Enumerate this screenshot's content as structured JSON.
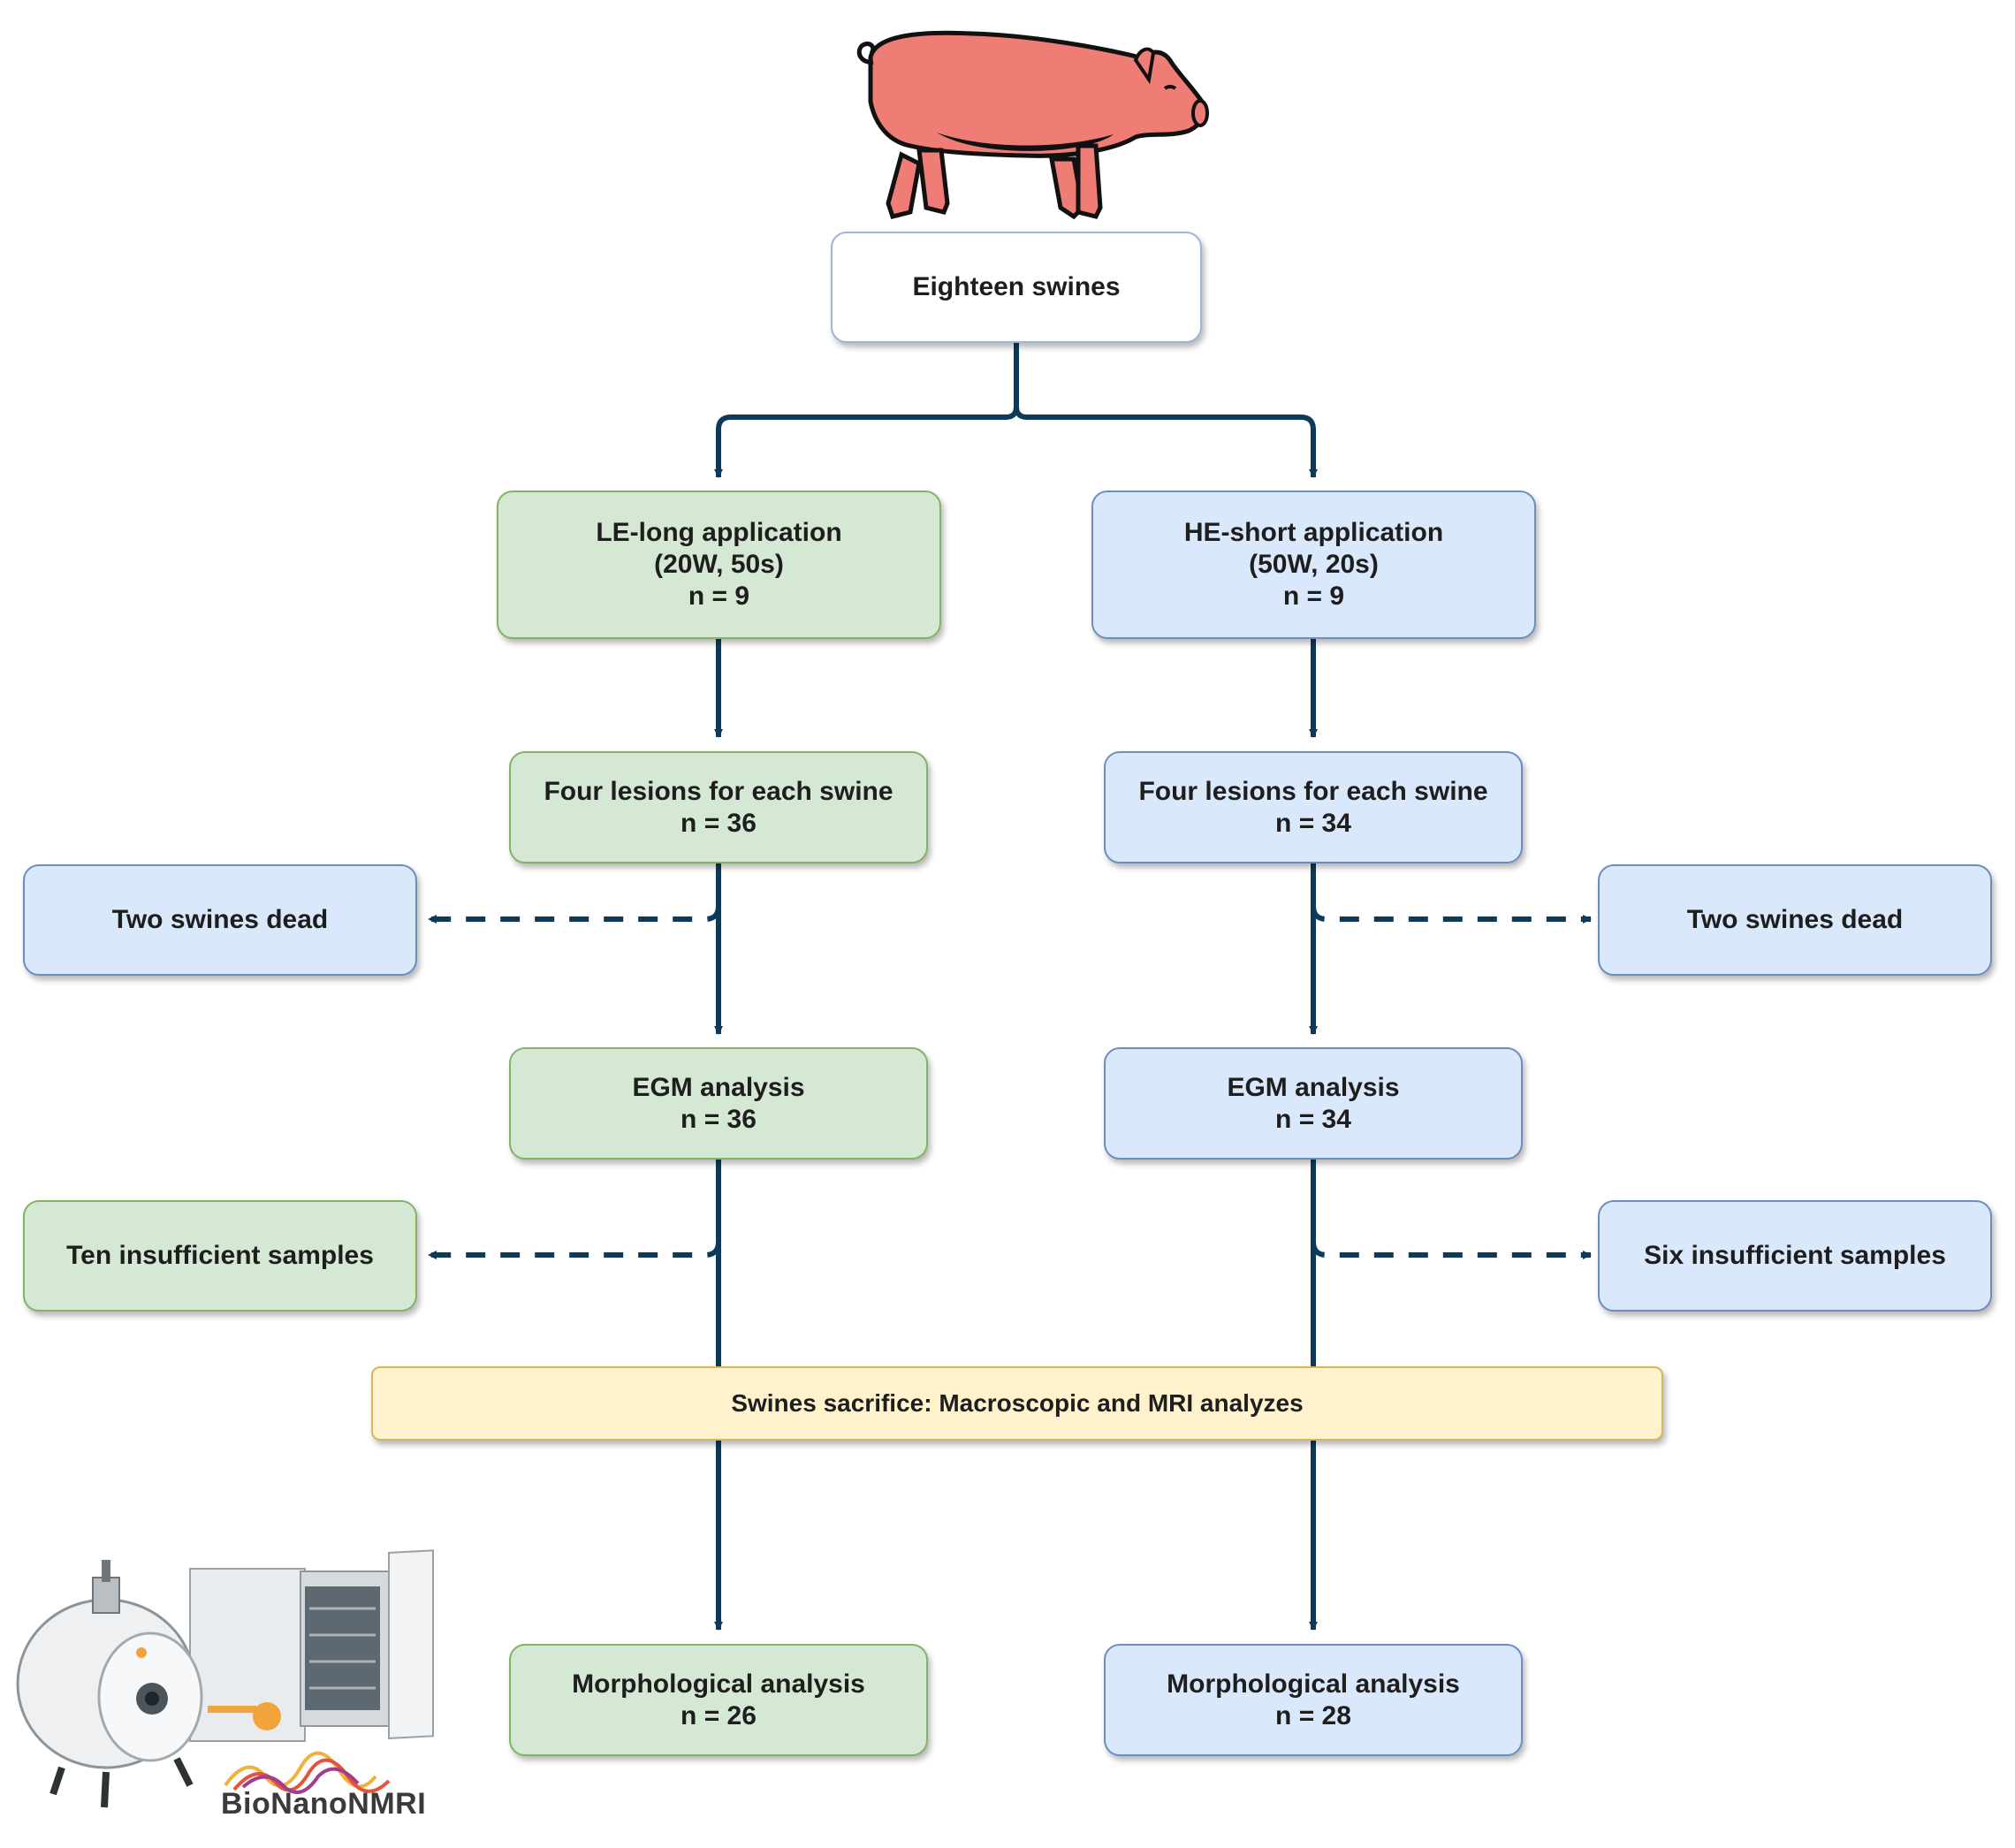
{
  "root": {
    "title": "Eighteen swines"
  },
  "left": {
    "group": {
      "line1": "LE-long application",
      "line2": "(20W, 50s)",
      "line3": "n = 9"
    },
    "lesions": {
      "line1": "Four lesions for each swine",
      "line2": "n = 36"
    },
    "dropout1": {
      "label": "Two swines dead"
    },
    "egm": {
      "line1": "EGM analysis",
      "line2": "n = 36"
    },
    "dropout2": {
      "label": "Ten insufficient samples"
    },
    "morph": {
      "line1": "Morphological analysis",
      "line2": "n = 26"
    }
  },
  "right": {
    "group": {
      "line1": "HE-short application",
      "line2": "(50W, 20s)",
      "line3": "n = 9"
    },
    "lesions": {
      "line1": "Four lesions for each swine",
      "line2": "n = 34"
    },
    "dropout1": {
      "label": "Two swines dead"
    },
    "egm": {
      "line1": "EGM analysis",
      "line2": "n = 34"
    },
    "dropout2": {
      "label": "Six insufficient samples"
    },
    "morph": {
      "line1": "Morphological analysis",
      "line2": "n = 28"
    }
  },
  "sacrifice": {
    "label": "Swines sacrifice: Macroscopic and MRI analyzes"
  },
  "logo": {
    "text": "BioNanoNMRI"
  },
  "colors": {
    "arrow": "#0d3a58",
    "green_fill": "#d5e8d4",
    "blue_fill": "#dae8fc",
    "yellow_fill": "#fff2cc",
    "pig": "#f07c76"
  },
  "icons": {
    "top_illustration": "pig-icon",
    "bottom_illustration": "mri-scanner-icon"
  }
}
